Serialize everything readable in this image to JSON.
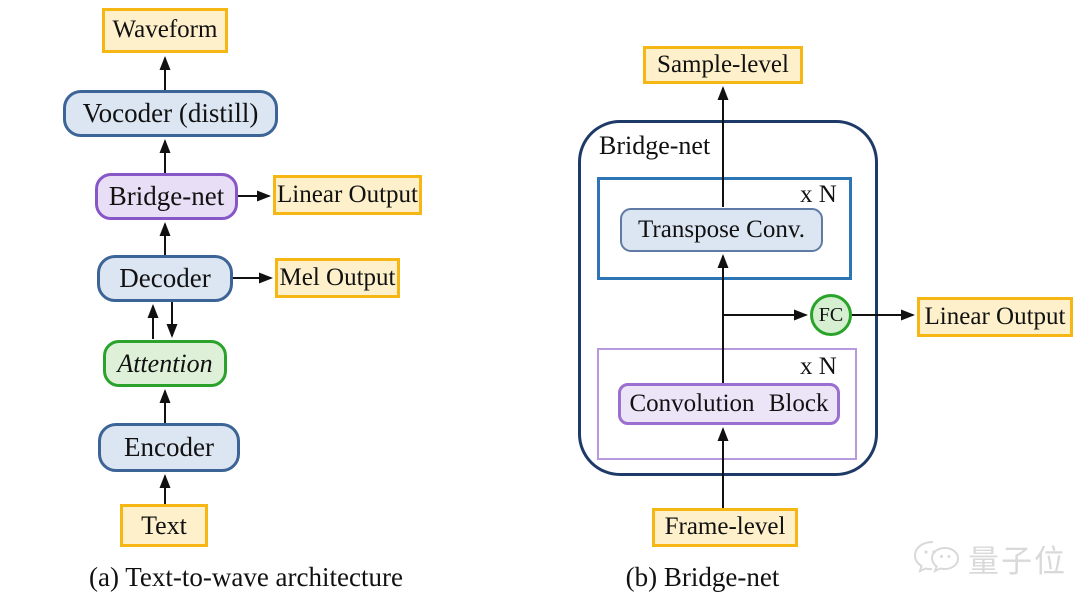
{
  "a": {
    "caption": "(a) Text-to-wave architecture",
    "nodes": {
      "waveform": "Waveform",
      "vocoder": "Vocoder (distill)",
      "bridge_net": "Bridge-net",
      "linear_output": "Linear Output",
      "decoder": "Decoder",
      "mel_output": "Mel Output",
      "attention": "Attention",
      "encoder": "Encoder",
      "text": "Text"
    }
  },
  "b": {
    "caption": "(b) Bridge-net",
    "outer_label": "Bridge-net",
    "repeat_top": "x N",
    "repeat_bottom": "x N",
    "nodes": {
      "sample_level": "Sample-level",
      "transpose_conv": "Transpose Conv.",
      "fc": "FC",
      "linear_output": "Linear Output",
      "conv_block": "Convolution Block",
      "frame_level": "Frame-level"
    }
  },
  "watermark": {
    "text": "量子位"
  },
  "colors": {
    "io_box_fill": "#fdf0cb",
    "io_box_border": "#f6b715",
    "blue_node_fill": "#dce6f2",
    "blue_node_border": "#3c6496",
    "purple_node_fill": "#e8def5",
    "purple_node_border": "#8757c8",
    "green_node_fill": "#def1d8",
    "green_node_border": "#2ba22b",
    "outer_container_border": "#1e3a68",
    "inner_blue_border": "#2e75b6",
    "inner_purple_border": "#b79add",
    "arrow": "#111111",
    "watermark": "#d9d9d9"
  }
}
